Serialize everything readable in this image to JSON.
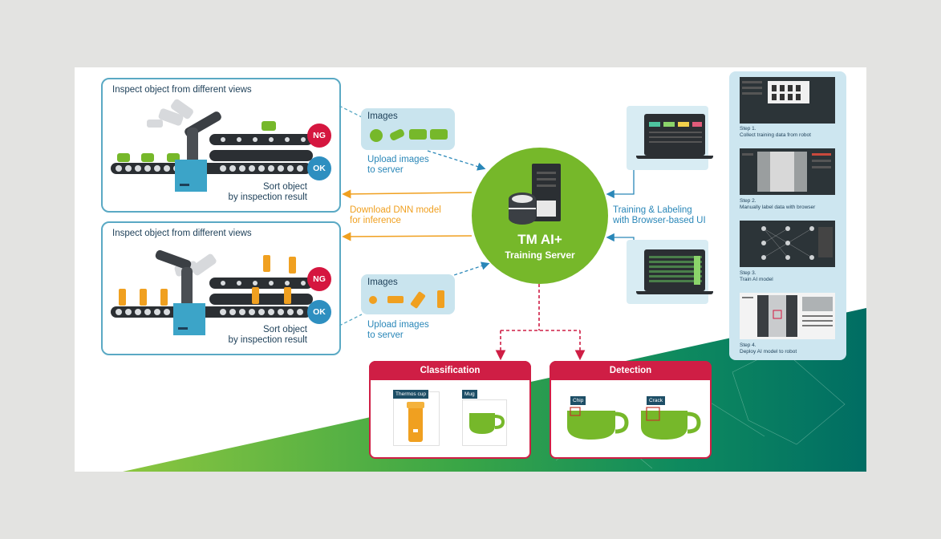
{
  "top_panel": {
    "title": "Inspect object from different views",
    "sort_line1": "Sort object",
    "sort_line2": "by inspection result",
    "ng": "NG",
    "ok": "OK"
  },
  "bottom_panel": {
    "title": "Inspect object from different views",
    "sort_line1": "Sort object",
    "sort_line2": "by inspection result",
    "ng": "NG",
    "ok": "OK"
  },
  "images_top": {
    "label": "Images",
    "upload_line1": "Upload images",
    "upload_line2": "to server"
  },
  "images_bottom": {
    "label": "Images",
    "upload_line1": "Upload images",
    "upload_line2": "to server"
  },
  "download": {
    "line1": "Download DNN model",
    "line2": "for inference"
  },
  "server": {
    "line1": "TM AI+",
    "line2": "Training Server"
  },
  "training": {
    "line1": "Training & Labeling",
    "line2": "with Browser-based UI"
  },
  "steps": [
    {
      "title": "Step 1.",
      "desc": "Collect training data from robot"
    },
    {
      "title": "Step 2.",
      "desc": "Manually label data with browser"
    },
    {
      "title": "Step 3.",
      "desc": "Train AI model"
    },
    {
      "title": "Step 4.",
      "desc": "Deploy AI model to robot"
    }
  ],
  "classification": {
    "title": "Classification",
    "tag1": "Thermos cup",
    "tag2": "Mug"
  },
  "detection": {
    "title": "Detection",
    "tag1": "Chip",
    "tag2": "Crack"
  },
  "colors": {
    "green": "#76b82a",
    "blue": "#2a87b8",
    "orange": "#f0a020",
    "red": "#cf1e45",
    "teal": "#007a6a",
    "ng_red": "#d5163f",
    "ok_blue": "#2e8fc0"
  }
}
